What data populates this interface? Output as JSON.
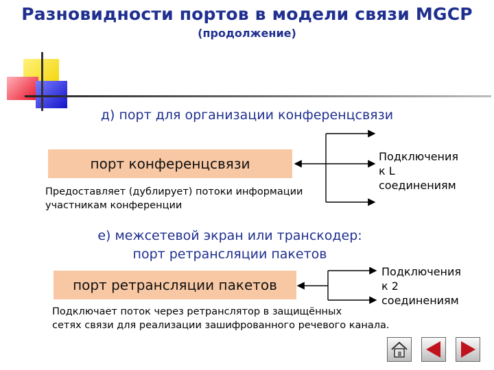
{
  "slide": {
    "title": "Разновидности портов в модели связи MGCP",
    "subtitle": "(продолжение)"
  },
  "section_d": {
    "heading": "д) порт для организации конференцсвязи",
    "port_label": "порт конференцсвязи",
    "description_line1": "Предоставляет (дублирует) потоки информации",
    "description_line2": "участникам конференции",
    "connections_line1": "Подключения",
    "connections_line2": "к L",
    "connections_line3": "соединениям"
  },
  "section_e": {
    "heading_line1": "е) межсетевой экран или транскодер:",
    "heading_line2": "порт ретрансляции пакетов",
    "port_label": "порт ретрансляции пакетов",
    "description_line1": "Подключает поток через ретранслятор в защищённых",
    "description_line2": "сетях связи для реализации зашифрованного речевого канала.",
    "connections_line1": "Подключения",
    "connections_line2": "к 2",
    "connections_line3": "соединениям"
  },
  "navigation": {
    "buttons": [
      "home-icon",
      "previous-arrow-icon",
      "next-arrow-icon"
    ]
  },
  "colors": {
    "title": "#1f2f8f",
    "port_box": "#f8c8a4",
    "nav_arrow": "#c0121c"
  }
}
